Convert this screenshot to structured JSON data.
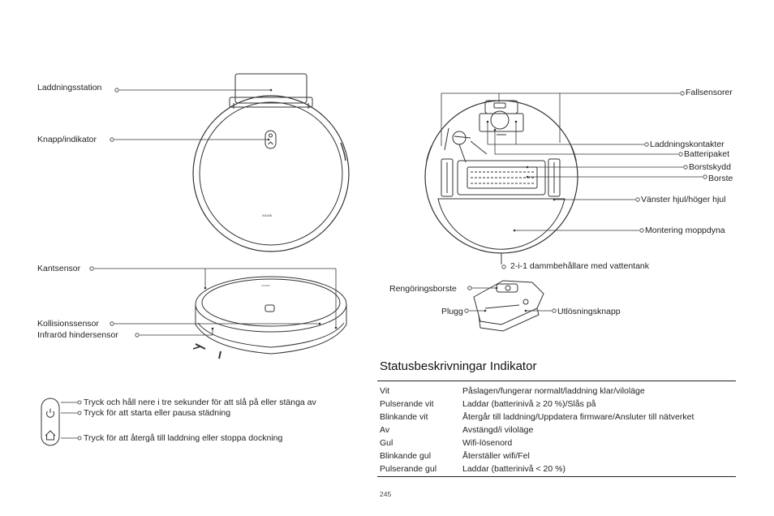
{
  "labels": {
    "dock": "Laddningsstation",
    "button": "Knapp/indikator",
    "edge_sensor": "Kantsensor",
    "collision": "Kollisionssensor",
    "ir": "Infraröd hindersensor",
    "cliff": "Fallsensorer",
    "contacts": "Laddningskontakter",
    "battery": "Batteripaket",
    "brush_guard": "Borstskydd",
    "brush": "Borste",
    "wheels": "Vänster hjul/höger hjul",
    "mop": "Montering moppdyna",
    "dustbin": "2-i-1 dammbehållare med vattentank",
    "cleaning_brush": "Rengöringsborste",
    "plug": "Plugg",
    "release": "Utlösningsknapp",
    "brand": "XIAOMI"
  },
  "button_help": {
    "power_hold": "Tryck och håll nere i tre sekunder för att slå på eller stänga av",
    "power_press": "Tryck för att starta eller pausa städning",
    "home_press": "Tryck för att återgå till laddning eller stoppa dockning"
  },
  "status": {
    "title": "Statusbeskrivningar Indikator",
    "rows": [
      {
        "key": "Vit",
        "value": "Påslagen/fungerar normalt/laddning klar/viloläge"
      },
      {
        "key": "Pulserande vit",
        "value": "Laddar (batterinivå ≥ 20 %)/Slås på"
      },
      {
        "key": "Blinkande vit",
        "value": "Återgår till laddning/Uppdatera firmware/Ansluter till nätverket"
      },
      {
        "key": "Av",
        "value": "Avstängd/i viloläge"
      },
      {
        "key": "Gul",
        "value": "Wifi-lösenord"
      },
      {
        "key": "Blinkande gul",
        "value": "Återställer wifi/Fel"
      },
      {
        "key": "Pulserande gul",
        "value": "Laddar (batterinivå < 20 %)"
      }
    ]
  },
  "page_number": "245"
}
